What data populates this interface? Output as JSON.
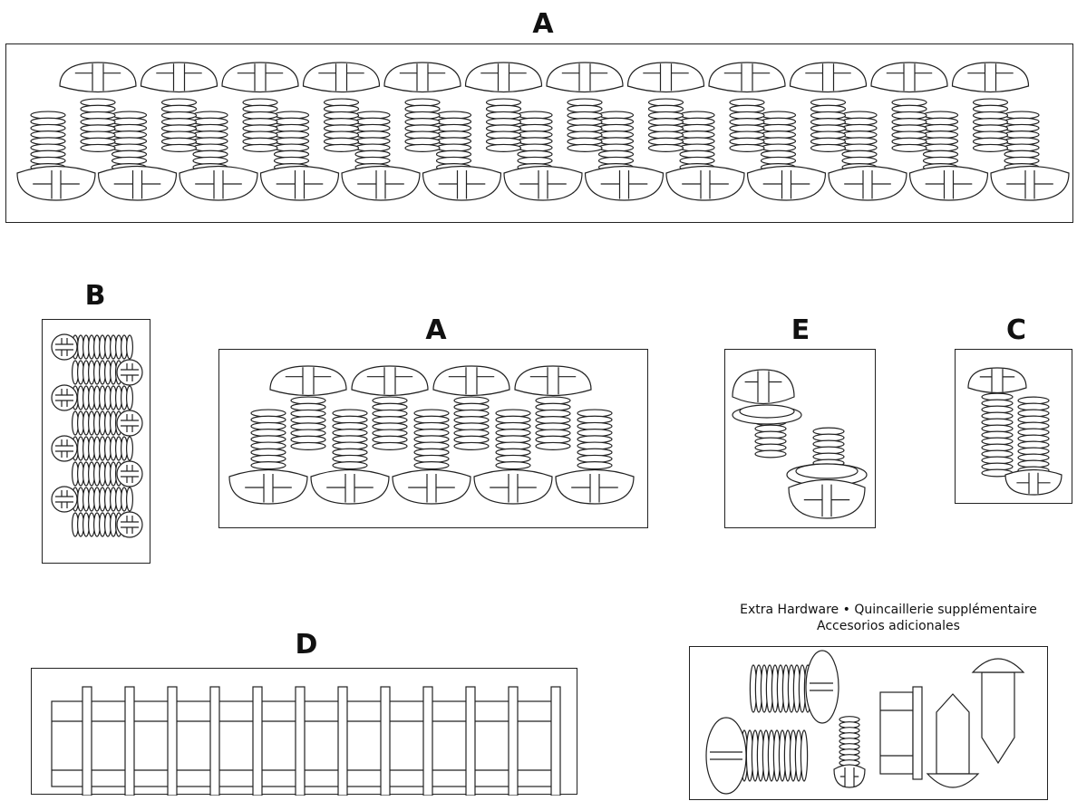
{
  "labels": {
    "top_a": "A",
    "b": "B",
    "mid_a": "A",
    "e": "E",
    "c": "C",
    "d": "D"
  },
  "extra_hardware": {
    "line1": "Extra Hardware • Quincaillerie supplémentaire",
    "line2": "Accesorios adicionales"
  }
}
